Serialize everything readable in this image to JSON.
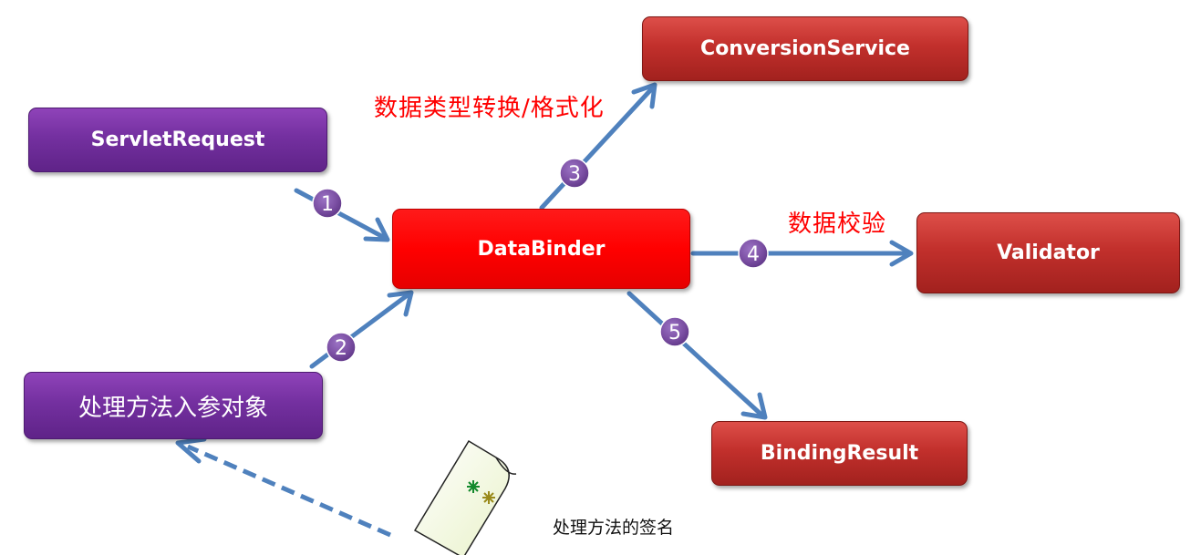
{
  "nodes": {
    "servlet_request": "ServletRequest",
    "handler_params": "处理方法入参对象",
    "data_binder": "DataBinder",
    "conversion_service": "ConversionService",
    "validator": "Validator",
    "binding_result": "BindingResult"
  },
  "labels": {
    "conversion": "数据类型转换/格式化",
    "validation": "数据校验",
    "signature": "处理方法的签名"
  },
  "steps": [
    "1",
    "2",
    "3",
    "4",
    "5"
  ],
  "icons": {
    "signature_document": "document-icon"
  },
  "colors": {
    "purple_box": "#7430a0",
    "dark_red_box": "#c2302c",
    "bright_red_box": "#ff0000",
    "arrow": "#4f81bd",
    "step_circle": "#7b4fa3",
    "red_text": "#ff0000"
  }
}
